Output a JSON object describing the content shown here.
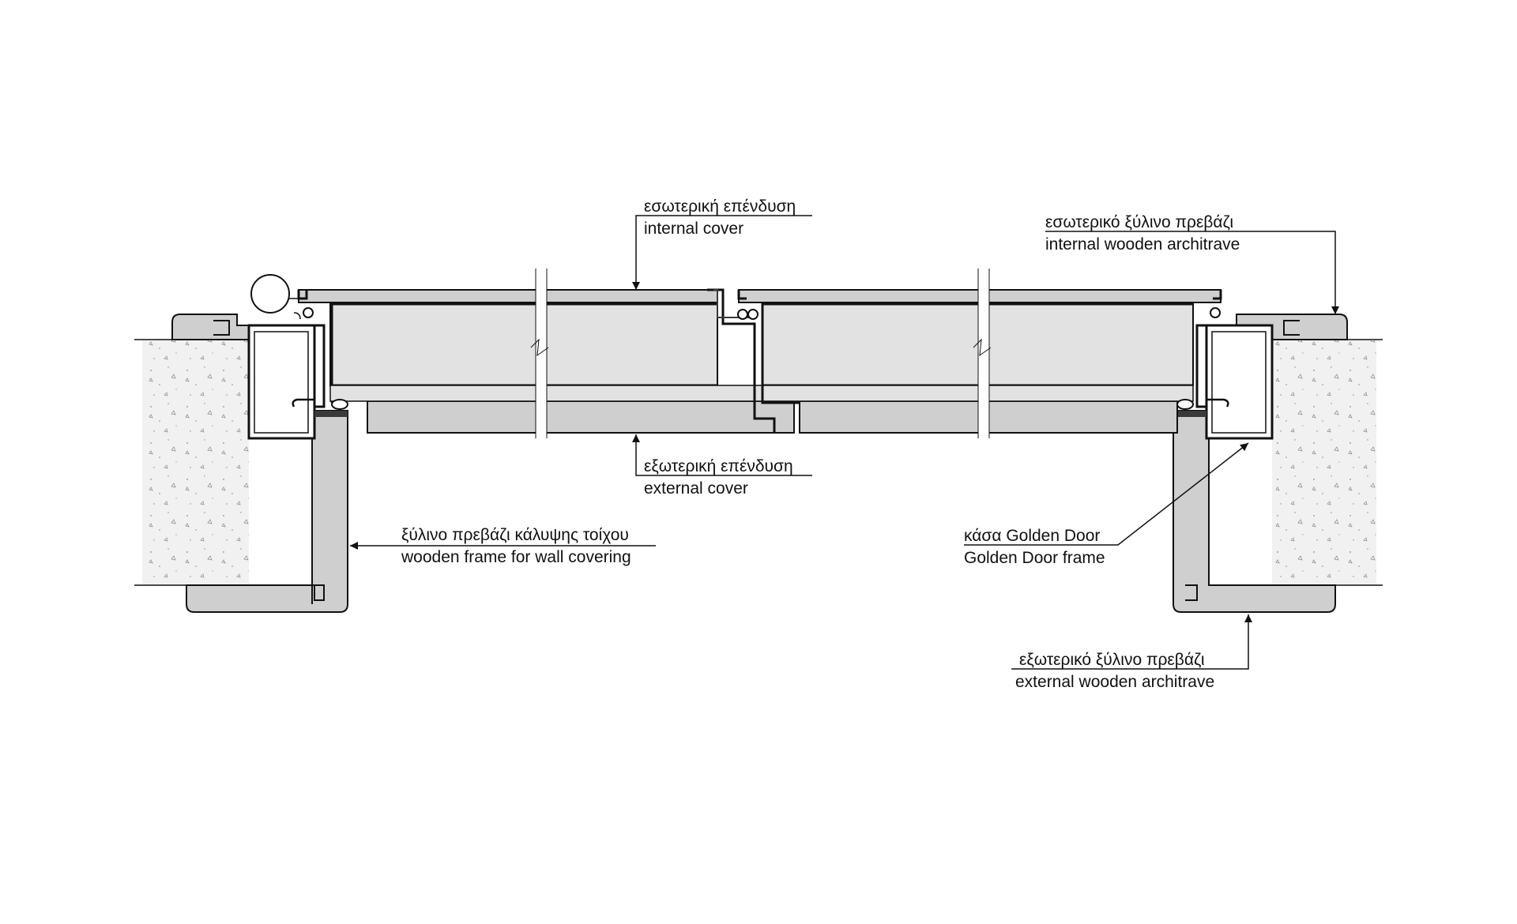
{
  "colors": {
    "background": "#ffffff",
    "line": "#111111",
    "wall_fill": "#ececec",
    "wood_fill": "#cfcfcf",
    "panel_fill": "#e2e2e2",
    "dark_profile": "#3a3a3a"
  },
  "labels": {
    "internal_cover": {
      "greek": "εσωτερική επένδυση",
      "english": "internal cover"
    },
    "external_cover": {
      "greek": "εξωτερική επένδυση",
      "english": "external cover"
    },
    "wall_frame": {
      "greek": "ξύλινο πρεβάζι κάλυψης τοίχου",
      "english": "wooden frame for wall covering"
    },
    "internal_architrave": {
      "greek": "εσωτερικό ξύλινο πρεβάζι",
      "english": "internal wooden architrave"
    },
    "golden_door_frame": {
      "greek": "κάσα Golden Door",
      "english": "Golden Door frame"
    },
    "external_architrave": {
      "greek": "εξωτερικό ξύλινο πρεβάζι",
      "english": "external wooden architrave"
    }
  }
}
